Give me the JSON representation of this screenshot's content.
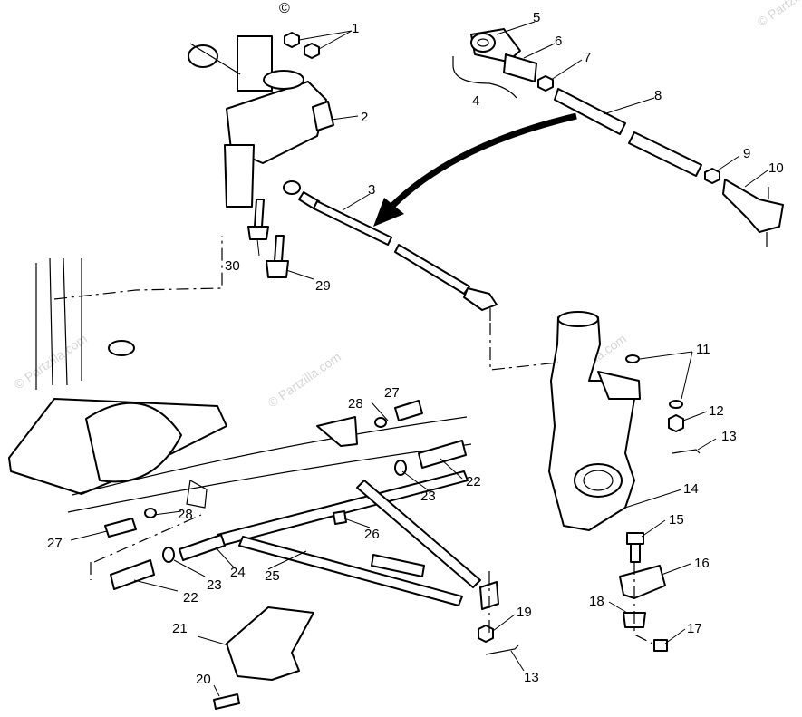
{
  "diagram": {
    "copyright_mark": "©",
    "watermark_text": "© Partzilla.com",
    "callouts": [
      "1",
      "2",
      "3",
      "4",
      "5",
      "6",
      "7",
      "8",
      "9",
      "10",
      "11",
      "12",
      "13",
      "14",
      "15",
      "16",
      "17",
      "18",
      "19",
      "20",
      "21",
      "22",
      "23",
      "24",
      "25",
      "26",
      "27",
      "28",
      "29",
      "30"
    ],
    "extra_callouts": {
      "13b": "13",
      "22b": "22",
      "23b": "23",
      "27b": "27",
      "28b": "28"
    }
  }
}
